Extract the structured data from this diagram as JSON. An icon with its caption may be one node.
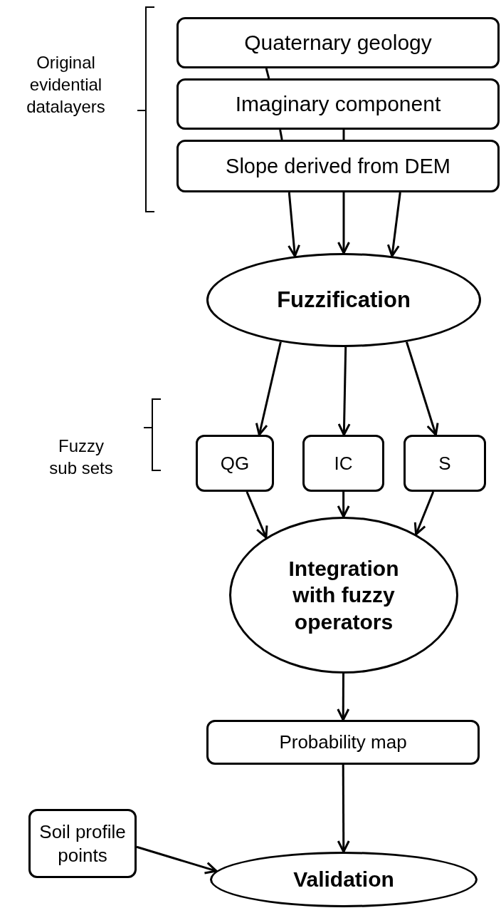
{
  "diagram": {
    "nodes": [
      {
        "text": [
          "Quaternary geology"
        ]
      },
      {
        "text": [
          "Imaginary component"
        ]
      },
      {
        "text": [
          "Slope derived from DEM"
        ]
      },
      {
        "text": [
          "Fuzzification"
        ]
      },
      {
        "text": [
          "QG"
        ]
      },
      {
        "text": [
          "IC"
        ]
      },
      {
        "text": [
          "S"
        ]
      },
      {
        "text": [
          "Integration with fuzzy operators"
        ]
      },
      {
        "text": [
          "Probability map"
        ]
      },
      {
        "text": [
          "Soil profile points"
        ]
      },
      {
        "text": [
          "Validation"
        ]
      }
    ],
    "edges": [
      {
        "from": 0,
        "to": 1,
        "arrow": "none"
      },
      {
        "from": 1,
        "to": 2,
        "arrow": "none"
      },
      {
        "from": 1,
        "to": 2,
        "arrow": "none"
      },
      {
        "from": 2,
        "to": 3,
        "arrow": "to"
      },
      {
        "from": 2,
        "to": 3,
        "arrow": "to"
      },
      {
        "from": 2,
        "to": 3,
        "arrow": "to"
      },
      {
        "from": 3,
        "to": 4,
        "arrow": "to"
      },
      {
        "from": 3,
        "to": 5,
        "arrow": "to"
      },
      {
        "from": 3,
        "to": 6,
        "arrow": "to"
      },
      {
        "from": 4,
        "to": 7,
        "arrow": "to"
      },
      {
        "from": 5,
        "to": 7,
        "arrow": "to"
      },
      {
        "from": 6,
        "to": 7,
        "arrow": "to"
      },
      {
        "from": 7,
        "to": 8,
        "arrow": "to"
      },
      {
        "from": 8,
        "to": 10,
        "arrow": "to"
      },
      {
        "from": 9,
        "to": 10,
        "arrow": "to"
      }
    ],
    "labels": [
      "Original evidential datalayers",
      "Fuzzy sub sets"
    ]
  }
}
